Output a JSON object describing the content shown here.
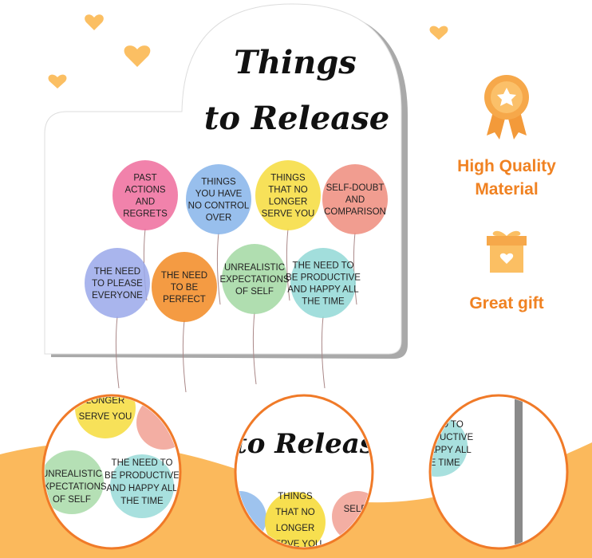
{
  "product": {
    "title_line1": "Things",
    "title_line2": "to Release",
    "balloons": [
      {
        "lines": [
          "PAST",
          "ACTIONS",
          "AND",
          "REGRETS"
        ],
        "color": "#ef6c9c"
      },
      {
        "lines": [
          "THINGS",
          "YOU HAVE",
          "NO CONTROL",
          "OVER"
        ],
        "color": "#86b4ea"
      },
      {
        "lines": [
          "THINGS",
          "THAT NO",
          "LONGER",
          "SERVE YOU"
        ],
        "color": "#f6dc3c"
      },
      {
        "lines": [
          "SELF-DOUBT",
          "AND",
          "COMPARISON"
        ],
        "color": "#ee8c7c"
      },
      {
        "lines": [
          "THE NEED",
          "TO PLEASE",
          "EVERYONE"
        ],
        "color": "#9aa8ea"
      },
      {
        "lines": [
          "THE NEED",
          "TO BE",
          "PERFECT"
        ],
        "color": "#f28a22"
      },
      {
        "lines": [
          "UNREALISTIC",
          "EXPECTATIONS",
          "OF SELF"
        ],
        "color": "#a2d8a2"
      },
      {
        "lines": [
          "THE NEED TO",
          "BE PRODUCTIVE",
          "AND HAPPY ALL",
          "THE TIME"
        ],
        "color": "#92d8d6"
      }
    ]
  },
  "features": [
    {
      "icon": "ribbon-badge-icon",
      "label": "High Quality Material"
    },
    {
      "icon": "gift-box-icon",
      "label": "Great gift"
    }
  ],
  "details": {
    "circle1_lines": [
      "LONGER",
      "SERVE YOU",
      "UNREALISTIC",
      "EXPECTATIONS",
      "OF SELF",
      "THE NEED TO",
      "BE PRODUCTIVE",
      "AND HAPPY ALL",
      "THE TIME"
    ],
    "circle2_title": "to Releas",
    "circle2_lines": [
      "THINGS",
      "THAT NO",
      "LONGER",
      "SERVE YOU",
      "SELF"
    ],
    "circle3_lines": [
      "E NEED TO",
      "E PRODUCTIVE",
      "ND HAPPY ALL",
      "THE TIME"
    ]
  },
  "colors": {
    "accent": "#f08222",
    "wave": "#fbb95c",
    "hearts": "#fbbf63"
  }
}
